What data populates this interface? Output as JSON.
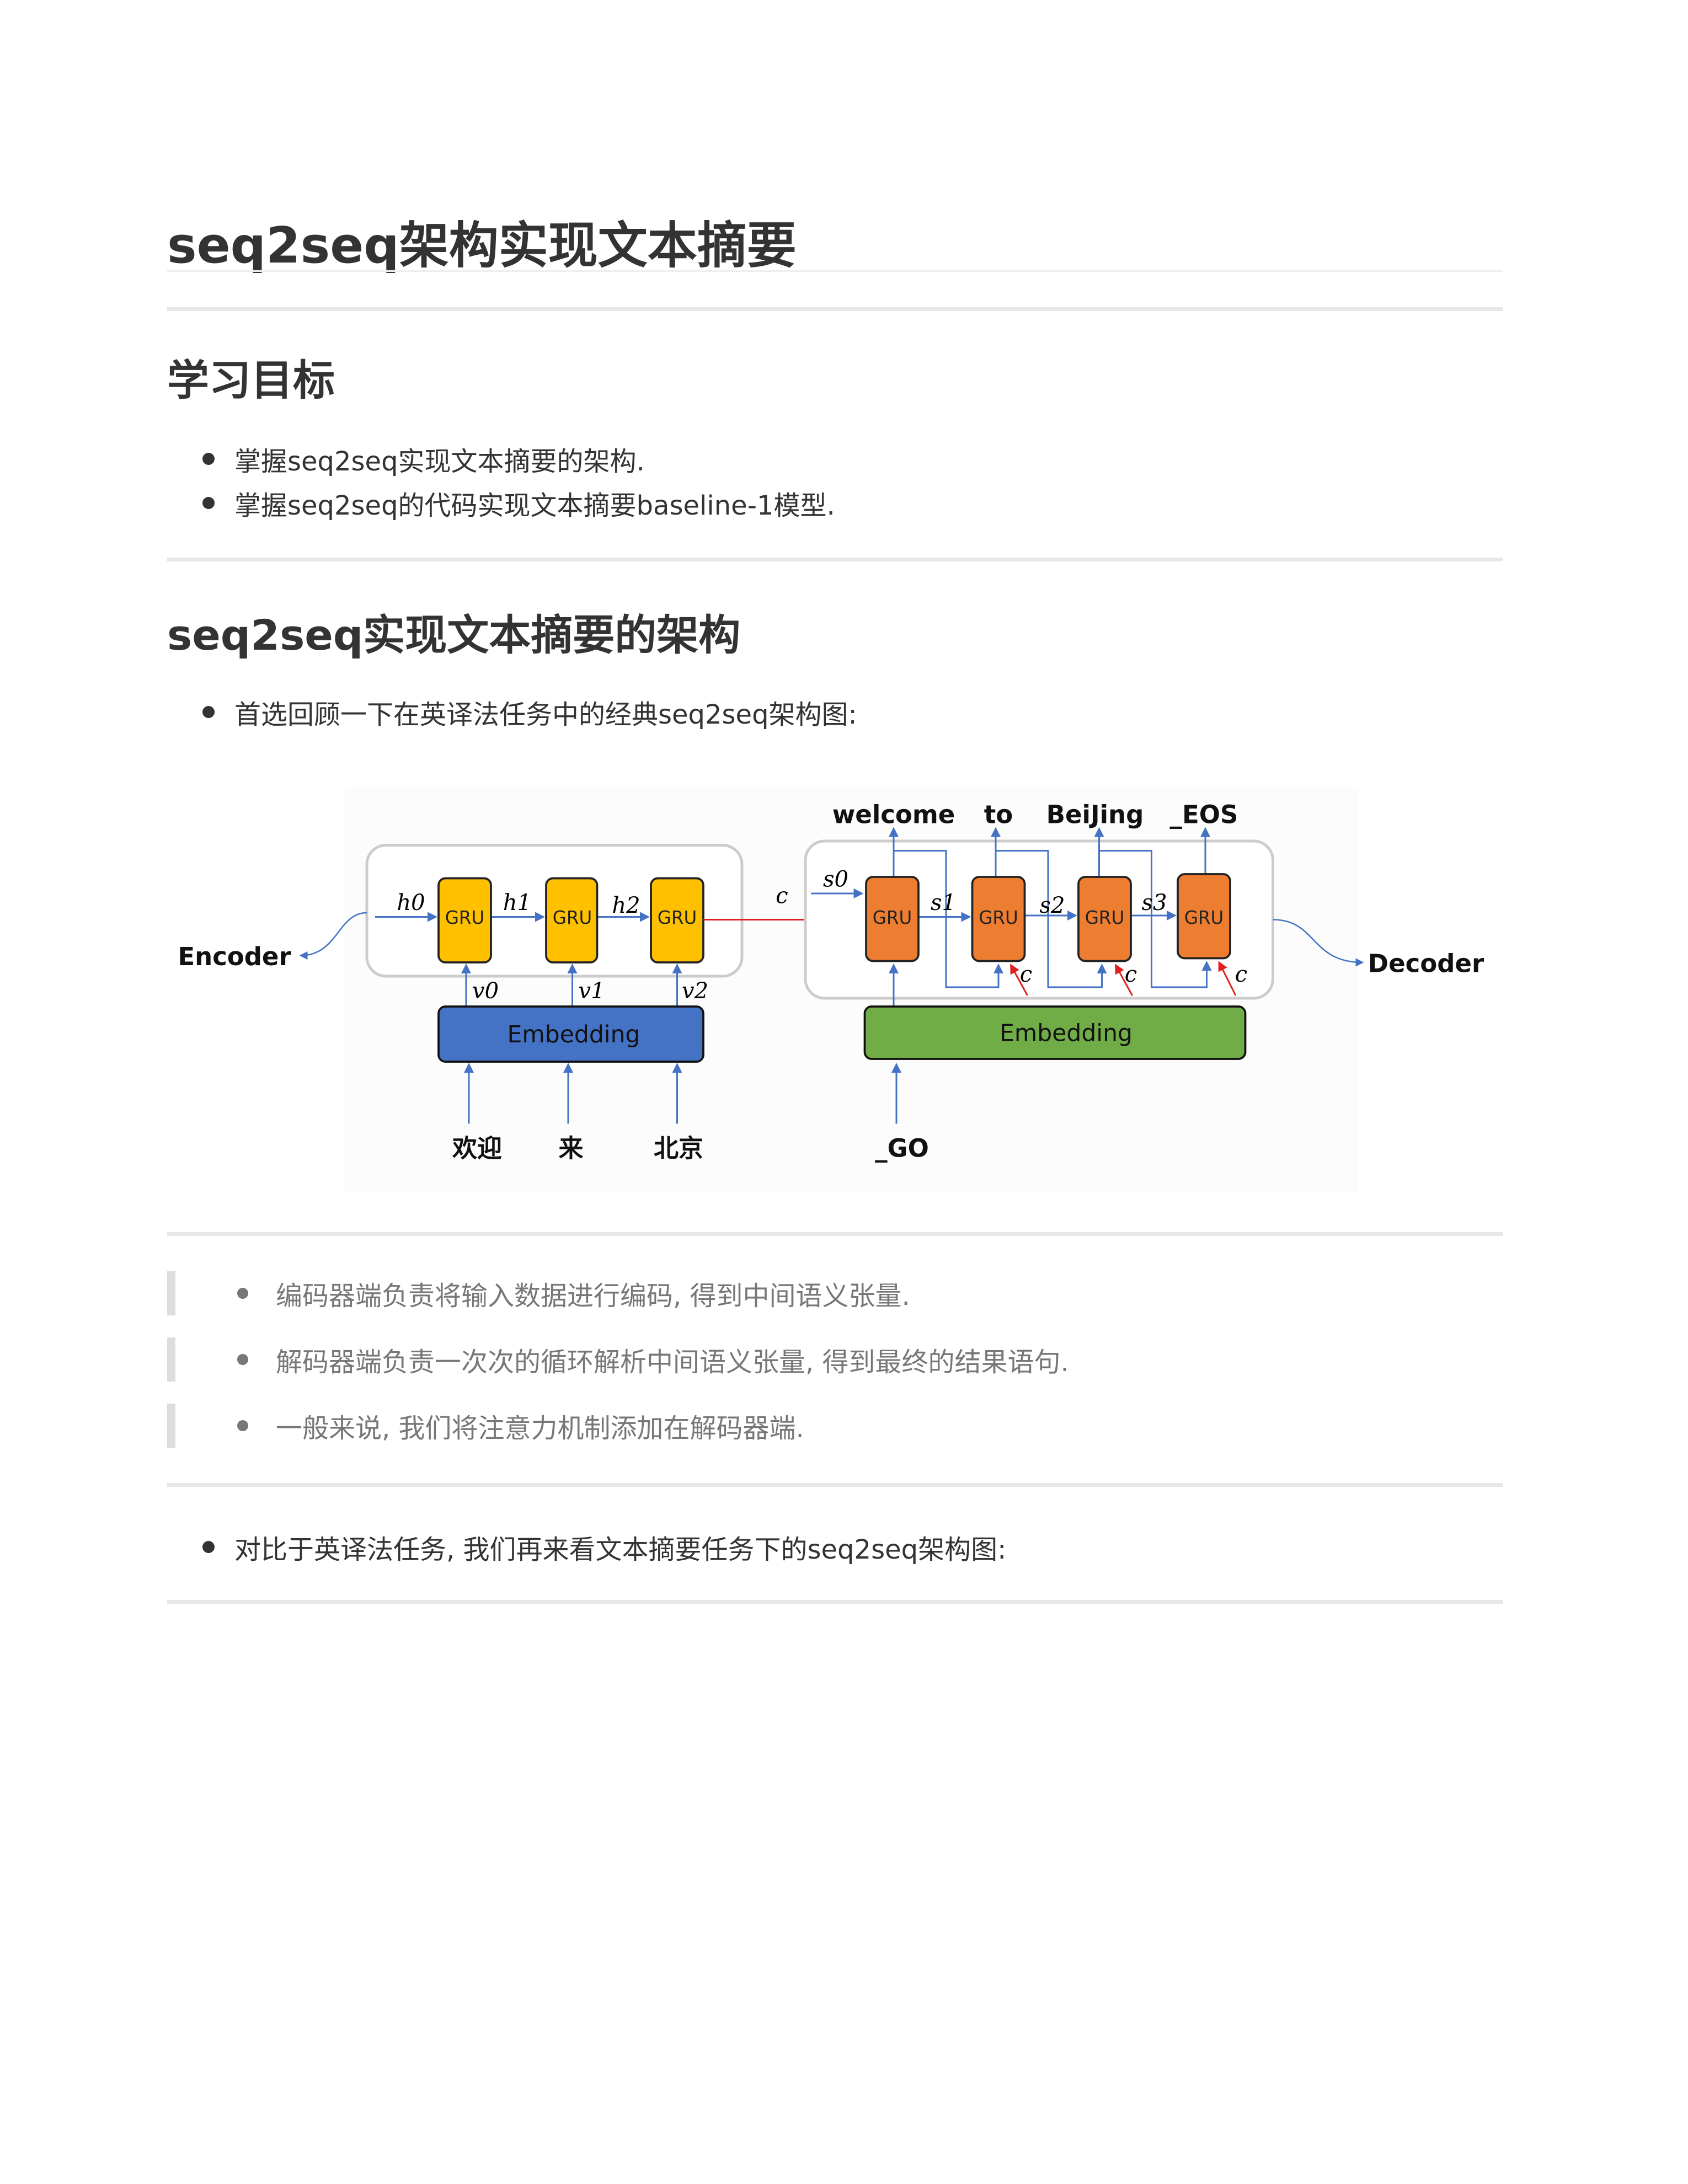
{
  "title": "seq2seq架构实现文本摘要",
  "objectives": {
    "heading": "学习目标",
    "items": [
      "掌握seq2seq实现文本摘要的架构.",
      "掌握seq2seq的代码实现文本摘要baseline-1模型."
    ]
  },
  "architecture": {
    "heading": "seq2seq实现文本摘要的架构",
    "intro": "首选回顾一下在英译法任务中的经典seq2seq架构图:",
    "quotes": [
      "编码器端负责将输入数据进行编码, 得到中间语义张量.",
      "解码器端负责一次次的循环解析中间语义张量, 得到最终的结果语句.",
      "一般来说, 我们将注意力机制添加在解码器端."
    ],
    "compare": "对比于英译法任务, 我们再来看文本摘要任务下的seq2seq架构图:"
  },
  "diagram": {
    "encoder_label": "Encoder",
    "decoder_label": "Decoder",
    "gru_label": "GRU",
    "embedding_label": "Embedding",
    "encoder_hidden": [
      "h0",
      "h1",
      "h2"
    ],
    "encoder_vectors": [
      "v0",
      "v1",
      "v2"
    ],
    "encoder_inputs": [
      "欢迎",
      "来",
      "北京"
    ],
    "context": "c",
    "decoder_states": [
      "s0",
      "s1",
      "s2",
      "s3"
    ],
    "decoder_outputs": [
      "welcome",
      "to",
      "BeiJing",
      "_EOS"
    ],
    "decoder_input": "_GO",
    "colors": {
      "encoder_gru": "#FFC000",
      "decoder_gru": "#ED7D31",
      "encoder_embedding": "#4472C4",
      "decoder_embedding": "#70AD47",
      "arrow": "#4472C4",
      "context_arrow": "#E02020"
    }
  }
}
